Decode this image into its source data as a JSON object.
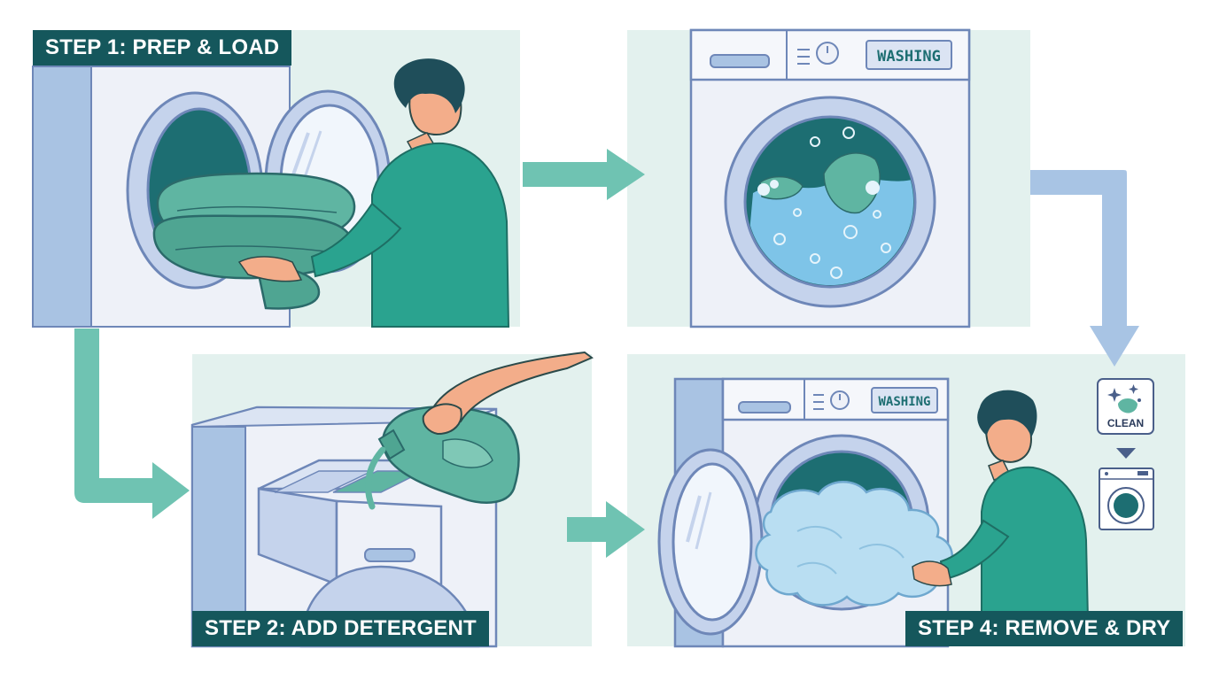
{
  "steps": [
    {
      "label": "STEP 1: PREP & LOAD"
    },
    {
      "label": "STEP 2: ADD DETERGENT"
    },
    {
      "label": "STEP 4: REMOVE & DRY"
    }
  ],
  "machine": {
    "display_top": "WASHING",
    "display_bottom": "WASHING"
  },
  "clean_badge": {
    "label": "CLEAN"
  },
  "colors": {
    "panel_bg": "#e3f1ee",
    "label_bg": "#15575c",
    "teal": "#2aa38f",
    "arrow_teal": "#6fc3b2",
    "arrow_blue": "#a8c4e4",
    "outline": "#6e87b8",
    "water": "#7ec4e8"
  },
  "icons": [
    "arrow-right-icon",
    "arrow-down-icon",
    "sparkle-icon",
    "washer-icon"
  ]
}
